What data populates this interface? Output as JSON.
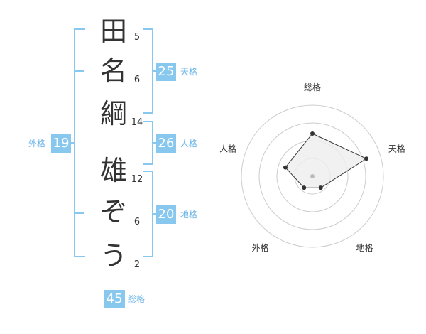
{
  "name": {
    "chars": [
      {
        "char": "田",
        "strokes": "5"
      },
      {
        "char": "名",
        "strokes": "6"
      },
      {
        "char": "綱",
        "strokes": "14"
      },
      {
        "char": "雄",
        "strokes": "12"
      },
      {
        "char": "ぞ",
        "strokes": "6"
      },
      {
        "char": "う",
        "strokes": "2"
      }
    ]
  },
  "kakusu": {
    "tenkaku": {
      "value": "25",
      "label": "天格"
    },
    "jinkaku": {
      "value": "26",
      "label": "人格"
    },
    "chikaku": {
      "value": "20",
      "label": "地格"
    },
    "gaikaku": {
      "value": "19",
      "label": "外格"
    },
    "soukaku": {
      "value": "45",
      "label": "総格"
    }
  },
  "chart_data": {
    "type": "radar",
    "axes": [
      "総格",
      "天格",
      "地格",
      "外格",
      "人格"
    ],
    "values": [
      3,
      4,
      1,
      1,
      2
    ],
    "range": [
      0,
      5
    ],
    "rings": 4,
    "colors": {
      "fill": "#eeeeee",
      "stroke": "#333333",
      "grid": "#cccccc",
      "center": "#bbbbbb"
    }
  },
  "colors": {
    "accent": "#88c8ef",
    "label": "#6cb5e8"
  }
}
